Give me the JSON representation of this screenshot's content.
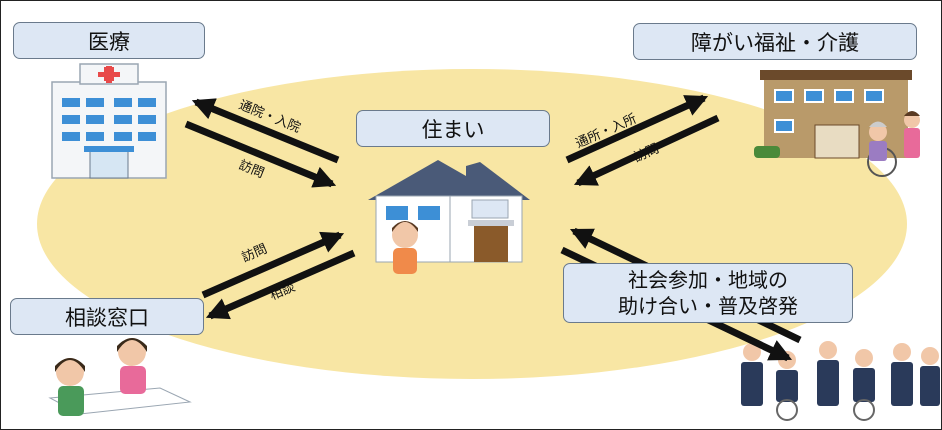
{
  "nodes": {
    "medical": "医療",
    "welfare": "障がい福祉・介護",
    "housing": "住まい",
    "consultation": "相談窓口",
    "social_line1": "社会参加・地域の",
    "social_line2": "助け合い・普及啓発"
  },
  "arrow_labels": {
    "medical_to_home": "通院・入院",
    "home_to_medical": "訪問",
    "home_to_welfare": "通所・入所",
    "welfare_to_home": "訪問",
    "consult_to_home": "訪問",
    "home_to_consult": "相談"
  },
  "colors": {
    "ellipse": "#f8e6a4",
    "box_fill": "#dde7f4",
    "box_border": "#6a7a8c",
    "arrow": "#111111"
  }
}
